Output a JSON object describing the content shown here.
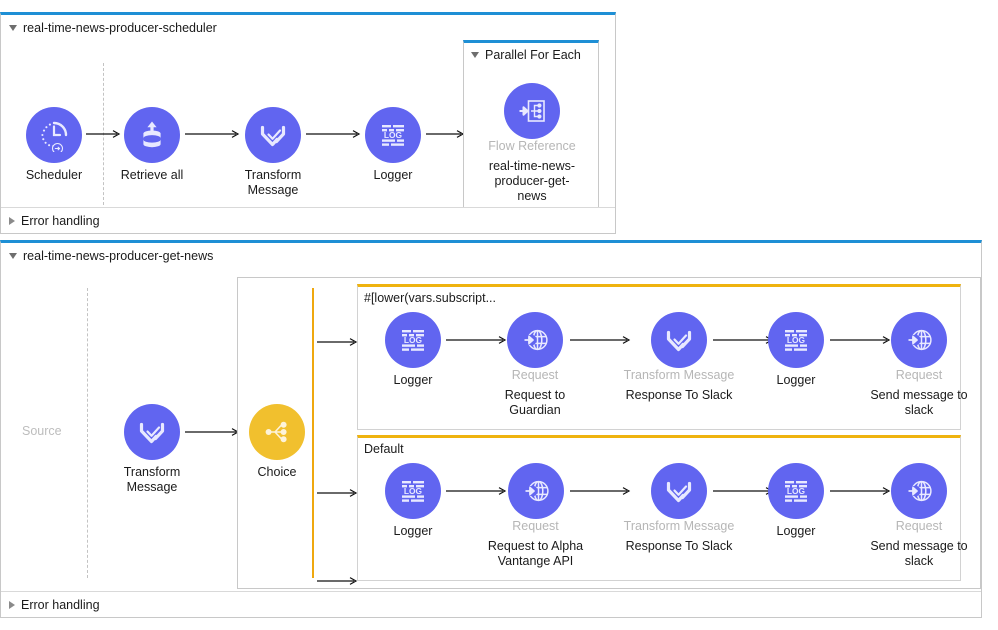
{
  "app": {
    "accent_blue": "#1e8fd5",
    "accent_yellow": "#efb30f",
    "node_purple": "#6165f0",
    "choice_yellow": "#f1c02e",
    "muted_text": "#b6b6b6"
  },
  "flows": [
    {
      "name": "real-time-news-producer-scheduler",
      "footer": "Error handling",
      "nodes": [
        {
          "label": "Scheduler",
          "sub": "",
          "icon": "scheduler-icon"
        },
        {
          "label": "Retrieve all",
          "sub": "",
          "icon": "object-store-retrieve-icon"
        },
        {
          "label": "Transform\nMessage",
          "sub": "",
          "icon": "transform-message-icon"
        },
        {
          "label": "Logger",
          "sub": "",
          "icon": "logger-icon"
        }
      ],
      "scope": {
        "title": "Parallel For Each",
        "node": {
          "sub": "Flow Reference",
          "label": "real-time-news-\nproducer-get-\nnews",
          "icon": "flow-reference-icon"
        }
      }
    },
    {
      "name": "real-time-news-producer-get-news",
      "footer": "Error handling",
      "source_label": "Source",
      "nodes": [
        {
          "label": "Transform\nMessage",
          "sub": "",
          "icon": "transform-message-icon"
        },
        {
          "label": "Choice",
          "sub": "",
          "icon": "choice-icon"
        }
      ],
      "routes": [
        {
          "condition": "#[lower(vars.subscript...",
          "nodes": [
            {
              "sub": "",
              "label": "Logger",
              "icon": "logger-icon"
            },
            {
              "sub": "Request",
              "label": "Request to\nGuardian",
              "icon": "http-request-icon"
            },
            {
              "sub": "Transform Message",
              "label": "Response To Slack",
              "icon": "transform-message-icon"
            },
            {
              "sub": "",
              "label": "Logger",
              "icon": "logger-icon"
            },
            {
              "sub": "Request",
              "label": "Send message to\nslack",
              "icon": "http-request-icon"
            }
          ]
        },
        {
          "condition": "Default",
          "nodes": [
            {
              "sub": "",
              "label": "Logger",
              "icon": "logger-icon"
            },
            {
              "sub": "Request",
              "label": "Request to Alpha\nVantange API",
              "icon": "http-request-icon"
            },
            {
              "sub": "Transform Message",
              "label": "Response To Slack",
              "icon": "transform-message-icon"
            },
            {
              "sub": "",
              "label": "Logger",
              "icon": "logger-icon"
            },
            {
              "sub": "Request",
              "label": "Send message to\nslack",
              "icon": "http-request-icon"
            }
          ]
        }
      ]
    }
  ]
}
